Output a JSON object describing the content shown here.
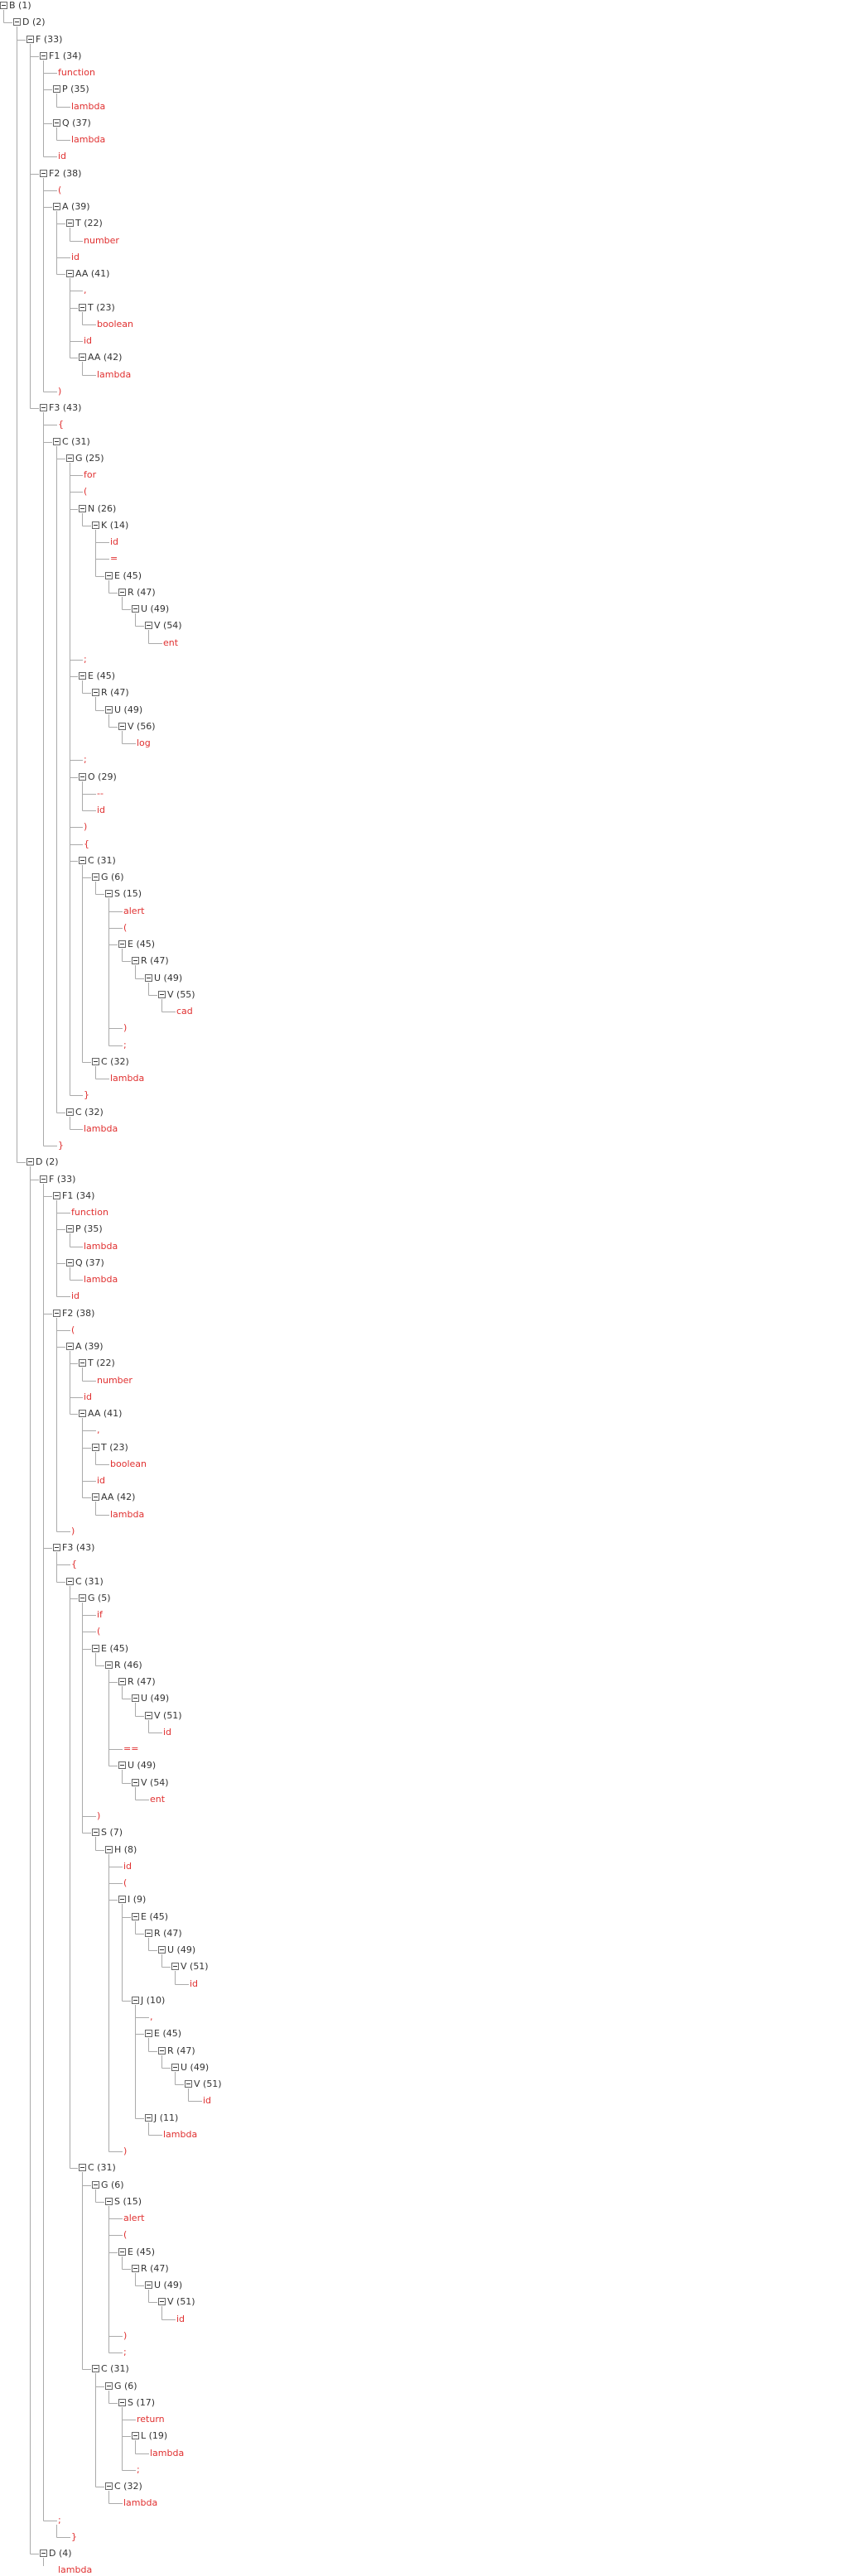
{
  "tree": {
    "nodes": [
      {
        "text": "B (1)",
        "depth": 0,
        "leaf": false
      },
      {
        "text": "D (2)",
        "depth": 1,
        "leaf": false
      },
      {
        "text": "F (33)",
        "depth": 2,
        "leaf": false
      },
      {
        "text": "F1 (34)",
        "depth": 3,
        "leaf": false
      },
      {
        "text": "function",
        "depth": 4,
        "leaf": true
      },
      {
        "text": "P (35)",
        "depth": 4,
        "leaf": false
      },
      {
        "text": "lambda",
        "depth": 5,
        "leaf": true
      },
      {
        "text": "Q (37)",
        "depth": 4,
        "leaf": false
      },
      {
        "text": "lambda",
        "depth": 5,
        "leaf": true
      },
      {
        "text": "id",
        "depth": 4,
        "leaf": true
      },
      {
        "text": "F2 (38)",
        "depth": 3,
        "leaf": false
      },
      {
        "text": "(",
        "depth": 4,
        "leaf": true
      },
      {
        "text": "A (39)",
        "depth": 4,
        "leaf": false
      },
      {
        "text": "T (22)",
        "depth": 5,
        "leaf": false
      },
      {
        "text": "number",
        "depth": 6,
        "leaf": true
      },
      {
        "text": "id",
        "depth": 5,
        "leaf": true
      },
      {
        "text": "AA (41)",
        "depth": 5,
        "leaf": false
      },
      {
        "text": ",",
        "depth": 6,
        "leaf": true
      },
      {
        "text": "T (23)",
        "depth": 6,
        "leaf": false
      },
      {
        "text": "boolean",
        "depth": 7,
        "leaf": true
      },
      {
        "text": "id",
        "depth": 6,
        "leaf": true
      },
      {
        "text": "AA (42)",
        "depth": 6,
        "leaf": false
      },
      {
        "text": "lambda",
        "depth": 7,
        "leaf": true
      },
      {
        "text": ")",
        "depth": 4,
        "leaf": true
      },
      {
        "text": "F3 (43)",
        "depth": 3,
        "leaf": false
      },
      {
        "text": "{",
        "depth": 4,
        "leaf": true
      },
      {
        "text": "C (31)",
        "depth": 4,
        "leaf": false
      },
      {
        "text": "G (25)",
        "depth": 5,
        "leaf": false
      },
      {
        "text": "for",
        "depth": 6,
        "leaf": true
      },
      {
        "text": "(",
        "depth": 6,
        "leaf": true
      },
      {
        "text": "N (26)",
        "depth": 6,
        "leaf": false
      },
      {
        "text": "K (14)",
        "depth": 7,
        "leaf": false
      },
      {
        "text": "id",
        "depth": 8,
        "leaf": true
      },
      {
        "text": "=",
        "depth": 8,
        "leaf": true
      },
      {
        "text": "E (45)",
        "depth": 8,
        "leaf": false
      },
      {
        "text": "R (47)",
        "depth": 9,
        "leaf": false
      },
      {
        "text": "U (49)",
        "depth": 10,
        "leaf": false
      },
      {
        "text": "V (54)",
        "depth": 11,
        "leaf": false
      },
      {
        "text": "ent",
        "depth": 12,
        "leaf": true
      },
      {
        "text": ";",
        "depth": 6,
        "leaf": true
      },
      {
        "text": "E (45)",
        "depth": 6,
        "leaf": false
      },
      {
        "text": "R (47)",
        "depth": 7,
        "leaf": false
      },
      {
        "text": "U (49)",
        "depth": 8,
        "leaf": false
      },
      {
        "text": "V (56)",
        "depth": 9,
        "leaf": false
      },
      {
        "text": "log",
        "depth": 10,
        "leaf": true
      },
      {
        "text": ";",
        "depth": 6,
        "leaf": true
      },
      {
        "text": "O (29)",
        "depth": 6,
        "leaf": false
      },
      {
        "text": "--",
        "depth": 7,
        "leaf": true
      },
      {
        "text": "id",
        "depth": 7,
        "leaf": true
      },
      {
        "text": ")",
        "depth": 6,
        "leaf": true
      },
      {
        "text": "{",
        "depth": 6,
        "leaf": true
      },
      {
        "text": "C (31)",
        "depth": 6,
        "leaf": false
      },
      {
        "text": "G (6)",
        "depth": 7,
        "leaf": false
      },
      {
        "text": "S (15)",
        "depth": 8,
        "leaf": false
      },
      {
        "text": "alert",
        "depth": 9,
        "leaf": true
      },
      {
        "text": "(",
        "depth": 9,
        "leaf": true
      },
      {
        "text": "E (45)",
        "depth": 9,
        "leaf": false
      },
      {
        "text": "R (47)",
        "depth": 10,
        "leaf": false
      },
      {
        "text": "U (49)",
        "depth": 11,
        "leaf": false
      },
      {
        "text": "V (55)",
        "depth": 12,
        "leaf": false
      },
      {
        "text": "cad",
        "depth": 13,
        "leaf": true
      },
      {
        "text": ")",
        "depth": 9,
        "leaf": true
      },
      {
        "text": ";",
        "depth": 9,
        "leaf": true
      },
      {
        "text": "C (32)",
        "depth": 7,
        "leaf": false
      },
      {
        "text": "lambda",
        "depth": 8,
        "leaf": true
      },
      {
        "text": "}",
        "depth": 6,
        "leaf": true
      },
      {
        "text": "C (32)",
        "depth": 5,
        "leaf": false
      },
      {
        "text": "lambda",
        "depth": 6,
        "leaf": true
      },
      {
        "text": "}",
        "depth": 4,
        "leaf": true
      },
      {
        "text": "D (2)",
        "depth": 2,
        "leaf": false
      },
      {
        "text": "F (33)",
        "depth": 3,
        "leaf": false
      },
      {
        "text": "F1 (34)",
        "depth": 4,
        "leaf": false
      },
      {
        "text": "function",
        "depth": 5,
        "leaf": true
      },
      {
        "text": "P (35)",
        "depth": 5,
        "leaf": false
      },
      {
        "text": "lambda",
        "depth": 6,
        "leaf": true
      },
      {
        "text": "Q (37)",
        "depth": 5,
        "leaf": false
      },
      {
        "text": "lambda",
        "depth": 6,
        "leaf": true
      },
      {
        "text": "id",
        "depth": 5,
        "leaf": true
      },
      {
        "text": "F2 (38)",
        "depth": 4,
        "leaf": false
      },
      {
        "text": "(",
        "depth": 5,
        "leaf": true
      },
      {
        "text": "A (39)",
        "depth": 5,
        "leaf": false
      },
      {
        "text": "T (22)",
        "depth": 6,
        "leaf": false
      },
      {
        "text": "number",
        "depth": 7,
        "leaf": true
      },
      {
        "text": "id",
        "depth": 6,
        "leaf": true
      },
      {
        "text": "AA (41)",
        "depth": 6,
        "leaf": false
      },
      {
        "text": ",",
        "depth": 7,
        "leaf": true
      },
      {
        "text": "T (23)",
        "depth": 7,
        "leaf": false
      },
      {
        "text": "boolean",
        "depth": 8,
        "leaf": true
      },
      {
        "text": "id",
        "depth": 7,
        "leaf": true
      },
      {
        "text": "AA (42)",
        "depth": 7,
        "leaf": false
      },
      {
        "text": "lambda",
        "depth": 8,
        "leaf": true
      },
      {
        "text": ")",
        "depth": 5,
        "leaf": true
      },
      {
        "text": "F3 (43)",
        "depth": 4,
        "leaf": false
      },
      {
        "text": "{",
        "depth": 5,
        "leaf": true
      },
      {
        "text": "C (31)",
        "depth": 5,
        "leaf": false
      },
      {
        "text": "G (5)",
        "depth": 6,
        "leaf": false
      },
      {
        "text": "if",
        "depth": 7,
        "leaf": true
      },
      {
        "text": "(",
        "depth": 7,
        "leaf": true
      },
      {
        "text": "E (45)",
        "depth": 7,
        "leaf": false
      },
      {
        "text": "R (46)",
        "depth": 8,
        "leaf": false
      },
      {
        "text": "R (47)",
        "depth": 9,
        "leaf": false
      },
      {
        "text": "U (49)",
        "depth": 10,
        "leaf": false
      },
      {
        "text": "V (51)",
        "depth": 11,
        "leaf": false
      },
      {
        "text": "id",
        "depth": 12,
        "leaf": true
      },
      {
        "text": "==",
        "depth": 9,
        "leaf": true
      },
      {
        "text": "U (49)",
        "depth": 9,
        "leaf": false
      },
      {
        "text": "V (54)",
        "depth": 10,
        "leaf": false
      },
      {
        "text": "ent",
        "depth": 11,
        "leaf": true
      },
      {
        "text": ")",
        "depth": 7,
        "leaf": true
      },
      {
        "text": "S (7)",
        "depth": 7,
        "leaf": false
      },
      {
        "text": "H (8)",
        "depth": 8,
        "leaf": false
      },
      {
        "text": "id",
        "depth": 9,
        "leaf": true
      },
      {
        "text": "(",
        "depth": 9,
        "leaf": true
      },
      {
        "text": "I (9)",
        "depth": 9,
        "leaf": false
      },
      {
        "text": "E (45)",
        "depth": 10,
        "leaf": false
      },
      {
        "text": "R (47)",
        "depth": 11,
        "leaf": false
      },
      {
        "text": "U (49)",
        "depth": 12,
        "leaf": false
      },
      {
        "text": "V (51)",
        "depth": 13,
        "leaf": false
      },
      {
        "text": "id",
        "depth": 14,
        "leaf": true
      },
      {
        "text": "J (10)",
        "depth": 10,
        "leaf": false
      },
      {
        "text": ",",
        "depth": 11,
        "leaf": true
      },
      {
        "text": "E (45)",
        "depth": 11,
        "leaf": false
      },
      {
        "text": "R (47)",
        "depth": 12,
        "leaf": false
      },
      {
        "text": "U (49)",
        "depth": 13,
        "leaf": false
      },
      {
        "text": "V (51)",
        "depth": 14,
        "leaf": false
      },
      {
        "text": "id",
        "depth": 15,
        "leaf": true
      },
      {
        "text": "J (11)",
        "depth": 11,
        "leaf": false
      },
      {
        "text": "lambda",
        "depth": 12,
        "leaf": true
      },
      {
        "text": ")",
        "depth": 9,
        "leaf": true
      },
      {
        "text": "C (31)",
        "depth": 6,
        "leaf": false
      },
      {
        "text": "G (6)",
        "depth": 7,
        "leaf": false
      },
      {
        "text": "S (15)",
        "depth": 8,
        "leaf": false
      },
      {
        "text": "alert",
        "depth": 9,
        "leaf": true
      },
      {
        "text": "(",
        "depth": 9,
        "leaf": true
      },
      {
        "text": "E (45)",
        "depth": 9,
        "leaf": false
      },
      {
        "text": "R (47)",
        "depth": 10,
        "leaf": false
      },
      {
        "text": "U (49)",
        "depth": 11,
        "leaf": false
      },
      {
        "text": "V (51)",
        "depth": 12,
        "leaf": false
      },
      {
        "text": "id",
        "depth": 13,
        "leaf": true
      },
      {
        "text": ")",
        "depth": 9,
        "leaf": true
      },
      {
        "text": ";",
        "depth": 9,
        "leaf": true
      },
      {
        "text": "C (31)",
        "depth": 7,
        "leaf": false
      },
      {
        "text": "G (6)",
        "depth": 8,
        "leaf": false
      },
      {
        "text": "S (17)",
        "depth": 9,
        "leaf": false
      },
      {
        "text": "return",
        "depth": 10,
        "leaf": true
      },
      {
        "text": "L (19)",
        "depth": 10,
        "leaf": false
      },
      {
        "text": "lambda",
        "depth": 11,
        "leaf": true
      },
      {
        "text": ";",
        "depth": 10,
        "leaf": true
      },
      {
        "text": "C (32)",
        "depth": 8,
        "leaf": false
      },
      {
        "text": "lambda",
        "depth": 9,
        "leaf": true
      },
      {
        "text": ";",
        "depth": 4,
        "leaf": true
      },
      {
        "text": "}",
        "depth": 5,
        "leaf": true
      },
      {
        "text": "D (4)",
        "depth": 3,
        "leaf": false
      },
      {
        "text": "lambda",
        "depth": 4,
        "leaf": true
      }
    ]
  },
  "colors": {
    "nonterminal_text": "#333333",
    "terminal_text": "#e03030",
    "connector_line": "#aaaaaa",
    "toggle_border": "#666666"
  }
}
